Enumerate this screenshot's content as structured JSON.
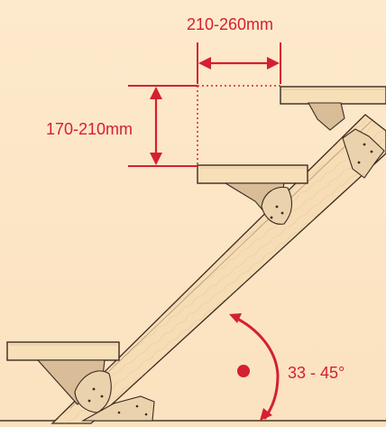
{
  "labels": {
    "tread_depth": "210-260mm",
    "riser_height": "170-210mm",
    "stringer_angle": "33 - 45°"
  },
  "colors": {
    "background": "#fbe6c8",
    "dimension_red": "#d42030",
    "wood": "#f7dfb8",
    "line": "#3b2a20"
  }
}
